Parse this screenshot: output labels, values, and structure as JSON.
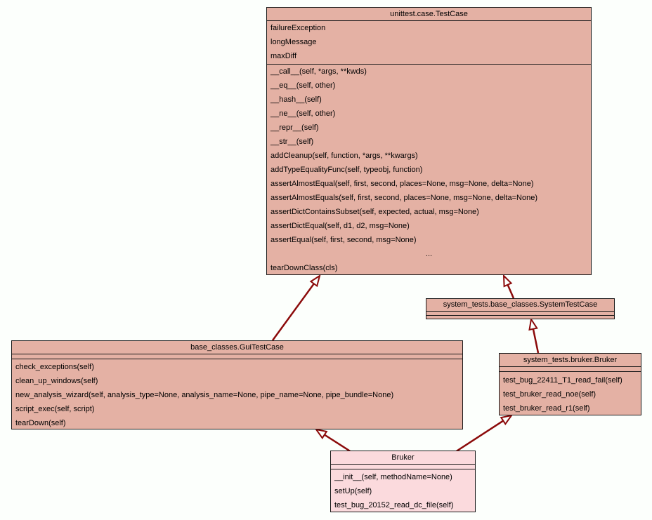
{
  "colors": {
    "bg": "#fcfffc",
    "fill_ancestor": "#e4b1a4",
    "fill_project": "#fbdadd",
    "border": "#1a1a1a",
    "arrow": "#8b0a0a"
  },
  "classes": [
    {
      "name": "unittest.case.TestCase",
      "attributes": [
        "failureException",
        "longMessage",
        "maxDiff"
      ],
      "methods": [
        "__call__(self, *args, **kwds)",
        "__eq__(self, other)",
        "__hash__(self)",
        "__ne__(self, other)",
        "__repr__(self)",
        "__str__(self)",
        "addCleanup(self, function, *args, **kwargs)",
        "addTypeEqualityFunc(self, typeobj, function)",
        "assertAlmostEqual(self, first, second, places=None, msg=None, delta=None)",
        "assertAlmostEquals(self, first, second, places=None, msg=None, delta=None)",
        "assertDictContainsSubset(self, expected, actual, msg=None)",
        "assertDictEqual(self, d1, d2, msg=None)",
        "assertEqual(self, first, second, msg=None)",
        "...",
        "tearDownClass(cls)"
      ]
    },
    {
      "name": "system_tests.base_classes.SystemTestCase",
      "attributes": [],
      "methods": []
    },
    {
      "name": "base_classes.GuiTestCase",
      "attributes": [],
      "methods": [
        "check_exceptions(self)",
        "clean_up_windows(self)",
        "new_analysis_wizard(self, analysis_type=None, analysis_name=None, pipe_name=None, pipe_bundle=None)",
        "script_exec(self, script)",
        "tearDown(self)"
      ]
    },
    {
      "name": "system_tests.bruker.Bruker",
      "attributes": [],
      "methods": [
        "test_bug_22411_T1_read_fail(self)",
        "test_bruker_read_noe(self)",
        "test_bruker_read_r1(self)"
      ]
    },
    {
      "name": "Bruker",
      "attributes": [],
      "methods": [
        "__init__(self, methodName=None)",
        "setUp(self)",
        "test_bug_20152_read_dc_file(self)"
      ]
    }
  ],
  "relations": [
    {
      "type": "inheritance",
      "from": "base_classes.GuiTestCase",
      "to": "unittest.case.TestCase"
    },
    {
      "type": "inheritance",
      "from": "system_tests.base_classes.SystemTestCase",
      "to": "unittest.case.TestCase"
    },
    {
      "type": "inheritance",
      "from": "system_tests.bruker.Bruker",
      "to": "system_tests.base_classes.SystemTestCase"
    },
    {
      "type": "inheritance",
      "from": "Bruker",
      "to": "base_classes.GuiTestCase"
    },
    {
      "type": "inheritance",
      "from": "Bruker",
      "to": "system_tests.bruker.Bruker"
    }
  ]
}
